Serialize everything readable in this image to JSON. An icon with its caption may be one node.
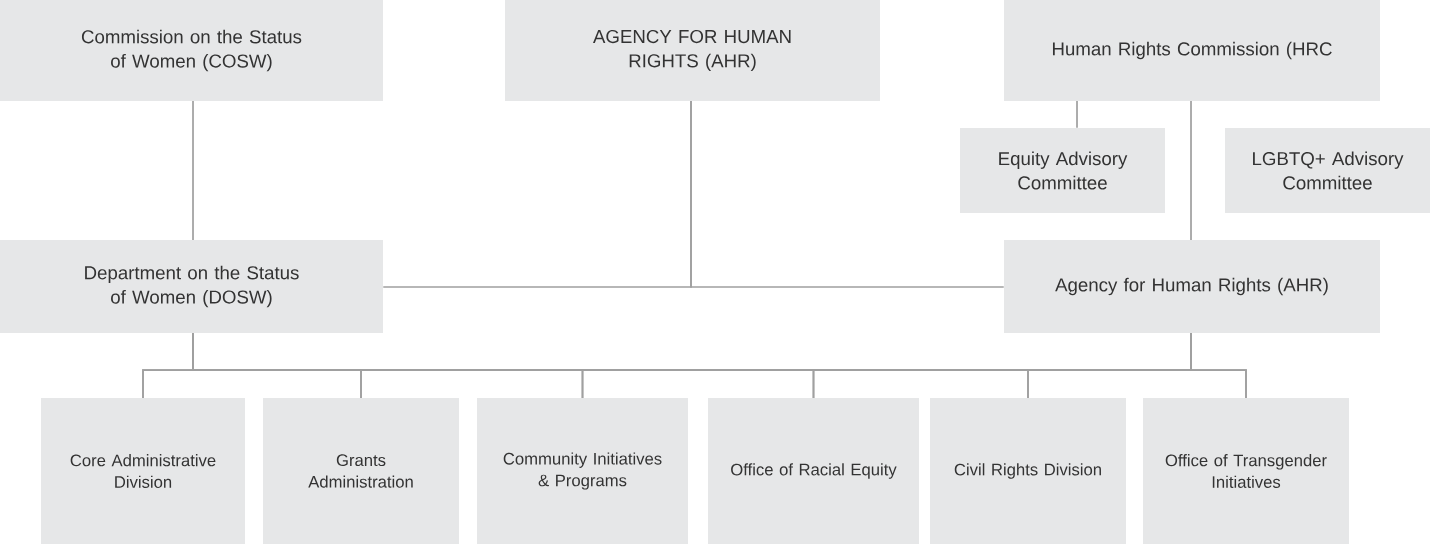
{
  "diagram": {
    "nodes": [
      {
        "text": [
          "Commission on the Status of Women (COSW)"
        ]
      },
      {
        "text": [
          "AGENCY FOR HUMAN RIGHTS (AHR)"
        ]
      },
      {
        "text": [
          "Human Rights Commission (HRC"
        ]
      },
      {
        "text": [
          "Equity Advisory Committee"
        ]
      },
      {
        "text": [
          "LGBTQ+ Advisory Committee"
        ]
      },
      {
        "text": [
          "Department on the Status of Women (DOSW)"
        ]
      },
      {
        "text": [
          "Agency for Human Rights (AHR)"
        ]
      },
      {
        "text": [
          "Core Administrative Division"
        ]
      },
      {
        "text": [
          "Grants Administration"
        ]
      },
      {
        "text": [
          "Community Initiatives & Programs"
        ]
      },
      {
        "text": [
          "Office of Racial Equity"
        ]
      },
      {
        "text": [
          "Civil Rights Division"
        ]
      },
      {
        "text": [
          "Office of Transgender Initiatives"
        ]
      }
    ],
    "edges": [
      {
        "from": 0,
        "to": 5,
        "arrow": "none"
      },
      {
        "from": 2,
        "to": 3,
        "arrow": "none"
      },
      {
        "from": 2,
        "to": 6,
        "arrow": "none"
      },
      {
        "from": 1,
        "to": 5,
        "arrow": "none"
      },
      {
        "from": 1,
        "to": 6,
        "arrow": "none"
      },
      {
        "from": 5,
        "to": 7,
        "arrow": "none"
      },
      {
        "from": 5,
        "to": 8,
        "arrow": "none"
      },
      {
        "from": 5,
        "to": 9,
        "arrow": "none"
      },
      {
        "from": 5,
        "to": 10,
        "arrow": "none"
      },
      {
        "from": 5,
        "to": 11,
        "arrow": "none"
      },
      {
        "from": 5,
        "to": 12,
        "arrow": "none"
      },
      {
        "from": 6,
        "to": 7,
        "arrow": "none"
      },
      {
        "from": 6,
        "to": 8,
        "arrow": "none"
      },
      {
        "from": 6,
        "to": 9,
        "arrow": "none"
      },
      {
        "from": 6,
        "to": 10,
        "arrow": "none"
      },
      {
        "from": 6,
        "to": 11,
        "arrow": "none"
      },
      {
        "from": 6,
        "to": 12,
        "arrow": "none"
      }
    ]
  }
}
